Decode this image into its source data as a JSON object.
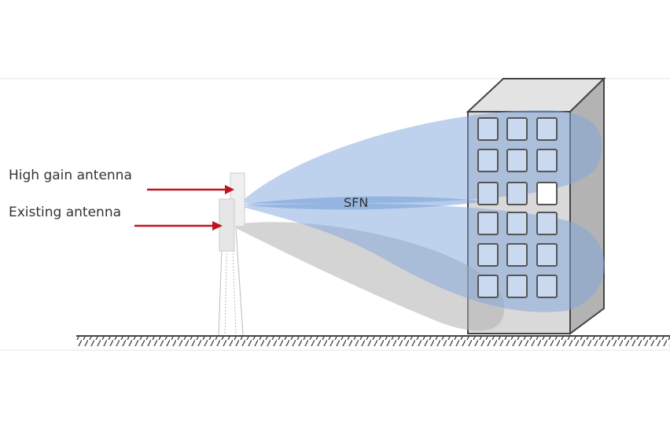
{
  "labels": {
    "high_gain": "High gain antenna",
    "existing": "Existing antenna",
    "sfn": "SFN"
  },
  "colors": {
    "beam": "#7fa6dc",
    "arrow": "#c0141c",
    "building_front": "#d9d9d9",
    "building_side": "#b3b3b3",
    "window": "#c9d9ef"
  }
}
